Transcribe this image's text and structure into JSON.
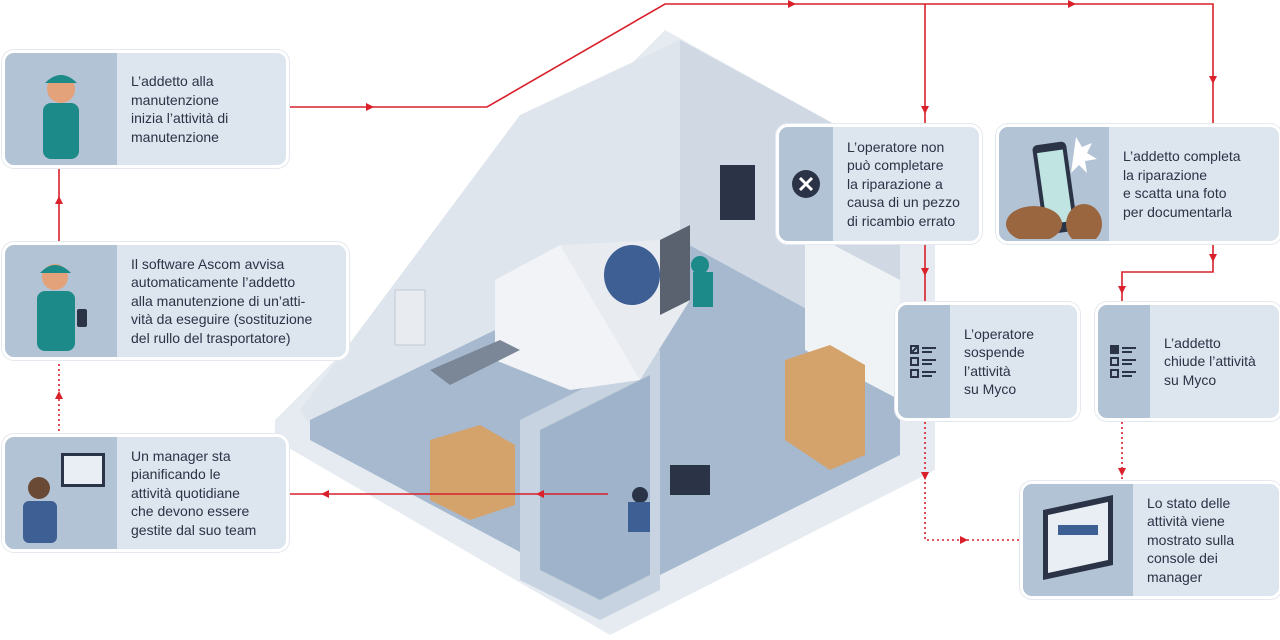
{
  "steps": {
    "start_maintenance": "L’addetto alla\nmanutenzione\ninizia l’attività di\nmanutenzione",
    "software_alert": "Il software Ascom avvisa\nautomaticamente l’addetto\nalla manutenzione di un’atti-\nvità da eseguire (sostituzione\ndel rullo del trasportatore)",
    "manager_planning": "Un manager sta\npianificando le\nattività quotidiane\nche devono essere\ngestite dal suo team",
    "cannot_complete": "L’operatore non\npuò completare\nla riparazione a\ncausa di un pezzo\ndi ricambio errato",
    "completes_repair": "L’addetto completa\nla riparazione\ne scatta una foto\nper documentarla",
    "suspends_task": "L’operatore\nsospende\nl’attività\nsu Myco",
    "closes_task": "L’addetto\nchiude l’attività\nsu Myco",
    "status_console": "Lo stato delle\nattività viene\nmostrato sulla\nconsole dei\nmanager"
  },
  "colors": {
    "arrow": "#d9202b",
    "box": "#dde5ee",
    "strip": "#b2c3d6",
    "text": "#2b3347"
  }
}
